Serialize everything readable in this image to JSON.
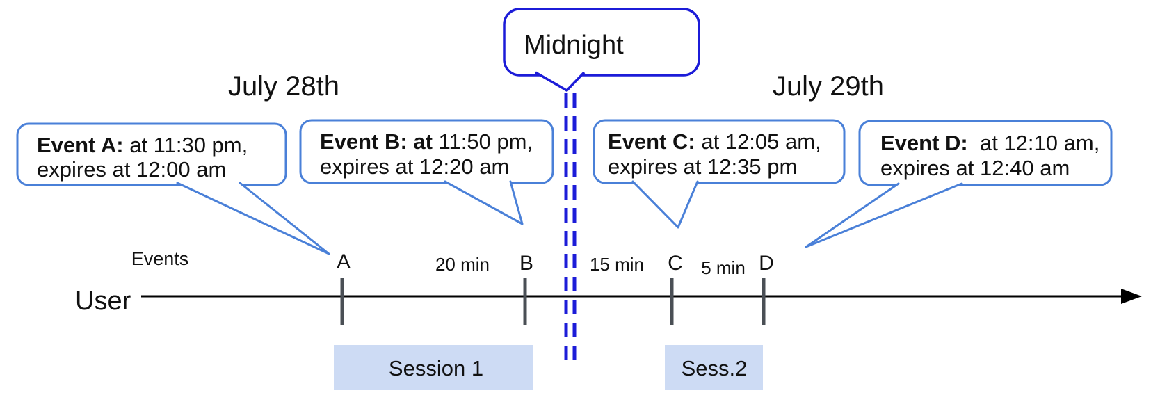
{
  "titles": {
    "left_day": "July 28th",
    "right_day": "July 29th"
  },
  "midnight": {
    "label": "Midnight"
  },
  "callouts": [
    {
      "event": "A",
      "bold": "Event A:",
      "rest": " at 11:30 pm,",
      "line2": "expires at 12:00 am"
    },
    {
      "event": "B",
      "bold": "Event B: at",
      "rest": " 11:50 pm,",
      "line2": "expires at 12:20 am"
    },
    {
      "event": "C",
      "bold": "Event C:",
      "rest": " at 12:05 am,",
      "line2": "expires at 12:35 pm"
    },
    {
      "event": "D",
      "bold": "Event D: ",
      "rest": " at 12:10 am,",
      "line2": "expires at 12:40 am"
    }
  ],
  "timeline": {
    "events_label": "Events",
    "user_label": "User",
    "tick_labels": [
      "A",
      "B",
      "C",
      "D"
    ],
    "gaps": [
      "20 min",
      "15 min",
      "5 min"
    ]
  },
  "sessions": [
    {
      "label": "Session 1"
    },
    {
      "label": "Sess.2"
    }
  ],
  "colors": {
    "callout_border": "#4a80d8",
    "midnight_blue": "#1c1cd8",
    "session_fill": "#cddbf4",
    "axis_black": "#000000",
    "tick_gray": "#4a4f55"
  }
}
